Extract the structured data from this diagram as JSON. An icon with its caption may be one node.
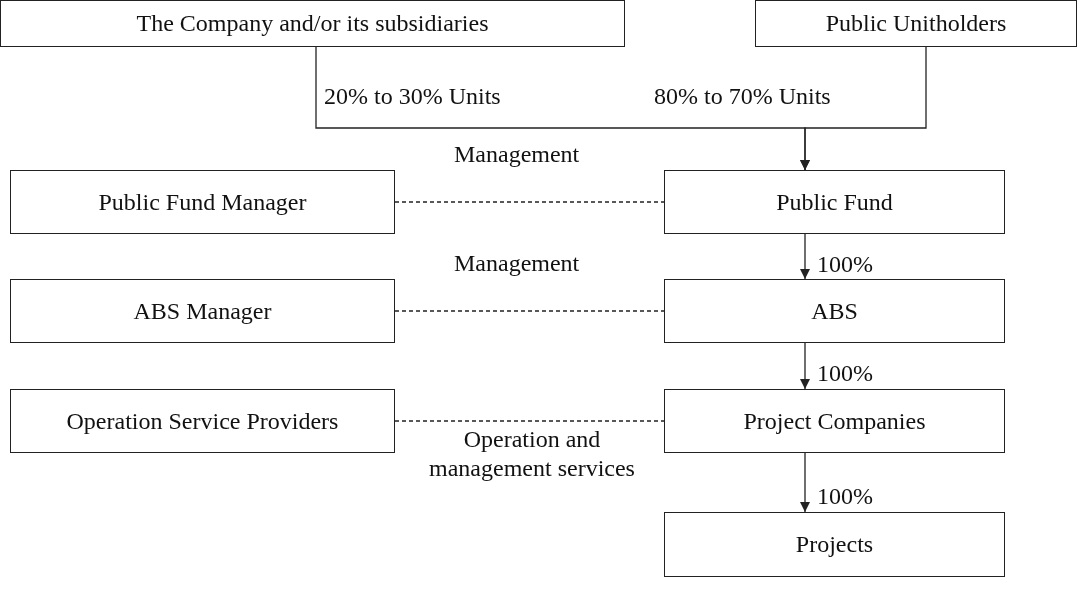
{
  "diagram": {
    "nodes": [
      {
        "text": [
          "The Company and/or its subsidiaries"
        ]
      },
      {
        "text": [
          "Public Unitholders"
        ]
      },
      {
        "text": [
          "Public Fund Manager"
        ]
      },
      {
        "text": [
          "Public Fund"
        ]
      },
      {
        "text": [
          "ABS Manager"
        ]
      },
      {
        "text": [
          "ABS"
        ]
      },
      {
        "text": [
          "Operation Service Providers"
        ]
      },
      {
        "text": [
          "Project Companies"
        ]
      },
      {
        "text": [
          "Projects"
        ]
      }
    ],
    "edges": [
      {
        "from": 0,
        "to": 3,
        "arrow": "to",
        "label": "20% to 30% Units"
      },
      {
        "from": 1,
        "to": 3,
        "arrow": "to",
        "label": "80% to 70% Units"
      },
      {
        "from": 2,
        "to": 3,
        "arrow": "none",
        "style": "dashed",
        "label": "Management"
      },
      {
        "from": 3,
        "to": 5,
        "arrow": "to",
        "label": "100%"
      },
      {
        "from": 4,
        "to": 5,
        "arrow": "none",
        "style": "dashed",
        "label": "Management"
      },
      {
        "from": 5,
        "to": 7,
        "arrow": "to",
        "label": "100%"
      },
      {
        "from": 6,
        "to": 7,
        "arrow": "none",
        "style": "dashed",
        "label": "Operation and management services"
      },
      {
        "from": 7,
        "to": 8,
        "arrow": "to",
        "label": "100%"
      }
    ]
  }
}
